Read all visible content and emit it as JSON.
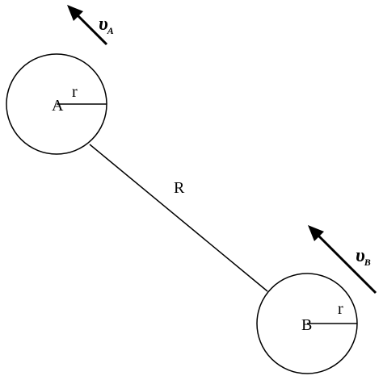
{
  "labels": {
    "center_a": "A",
    "center_b": "B",
    "radius_a": "r",
    "radius_b": "r",
    "distance": "R",
    "velocity_a_symbol": "υ",
    "velocity_a_subscript": "A",
    "velocity_b_symbol": "υ",
    "velocity_b_subscript": "B"
  },
  "colors": {
    "stroke": "#000000",
    "background": "#ffffff"
  }
}
